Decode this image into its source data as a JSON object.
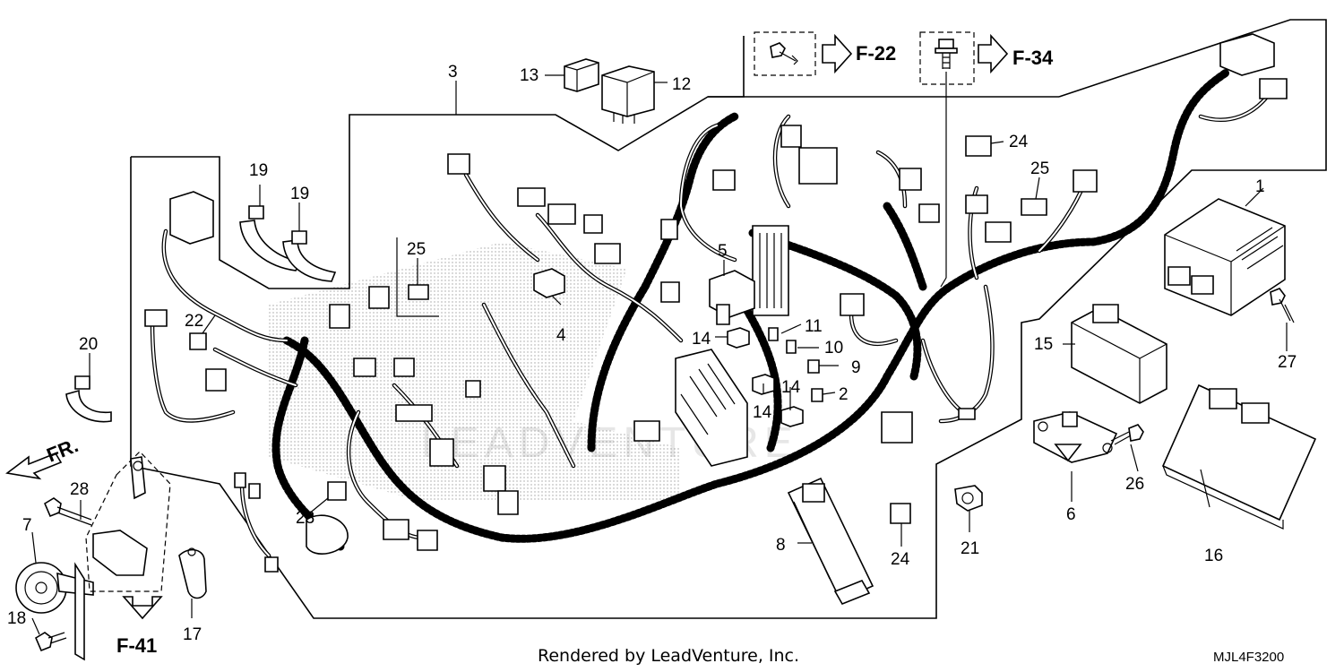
{
  "callouts": {
    "n1": "1",
    "n2": "2",
    "n3": "3",
    "n4": "4",
    "n5": "5",
    "n6": "6",
    "n7": "7",
    "n8": "8",
    "n9": "9",
    "n10": "10",
    "n11": "11",
    "n12": "12",
    "n13": "13",
    "n14a": "14",
    "n14b": "14",
    "n14c": "14",
    "n15": "15",
    "n16": "16",
    "n17": "17",
    "n18": "18",
    "n19a": "19",
    "n19b": "19",
    "n20": "20",
    "n21": "21",
    "n22": "22",
    "n23": "23",
    "n24a": "24",
    "n24b": "24",
    "n25a": "25",
    "n25b": "25",
    "n26": "26",
    "n27": "27",
    "n28": "28"
  },
  "references": {
    "f22": "F-22",
    "f34": "F-34",
    "f41": "F-41",
    "front": "FR."
  },
  "watermark": "LEADVENTURE",
  "footer": {
    "credit": "Rendered by LeadVenture, Inc.",
    "diagram_code": "MJL4F3200"
  }
}
